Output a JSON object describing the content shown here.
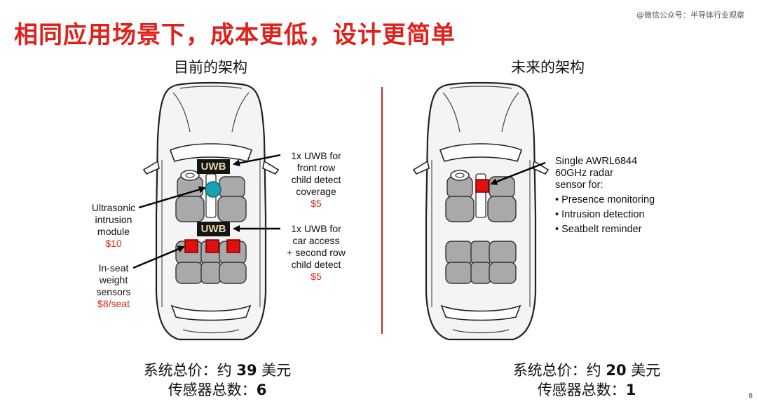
{
  "title": "相同应用场景下，成本更低，设计更简单",
  "watermark": "@微信公众号：半导体行业观察",
  "page_number": "8",
  "left": {
    "heading": "目前的架构",
    "uwb_badge": "UWB",
    "annotations": {
      "uwb_front": {
        "lines": [
          "1x UWB for",
          "front row",
          "child detect",
          "coverage"
        ],
        "price": "$5"
      },
      "uwb_second": {
        "lines": [
          "1x UWB for",
          "car access",
          "+ second row",
          "child detect"
        ],
        "price": "$5"
      },
      "ultrasonic": {
        "lines": [
          "Ultrasonic",
          "intrusion",
          "module"
        ],
        "price": "$10"
      },
      "weight": {
        "lines": [
          "In-seat",
          "weight",
          "sensors"
        ],
        "price": "$8/seat"
      }
    },
    "summary": {
      "cost_prefix": "系统总价：约 ",
      "cost_value": "39",
      "cost_suffix": " 美元",
      "count_prefix": "传感器总数：",
      "count_value": "6"
    }
  },
  "right": {
    "heading": "未来的架构",
    "sensor_lines": [
      "Single AWRL6844",
      "60GHz radar",
      "sensor for:"
    ],
    "bullets": [
      "• Presence monitoring",
      "• Intrusion detection",
      "• Seatbelt reminder"
    ],
    "summary": {
      "cost_prefix": "系统总价：约 ",
      "cost_value": "20",
      "cost_suffix": " 美元",
      "count_prefix": "传感器总数：",
      "count_value": "1"
    }
  },
  "colors": {
    "title_red": "#e0201b",
    "sensor_red": "#e01010",
    "ultrasonic_teal": "#1aa0b0",
    "badge_bg": "#151515",
    "badge_text": "#e8d7a8"
  }
}
